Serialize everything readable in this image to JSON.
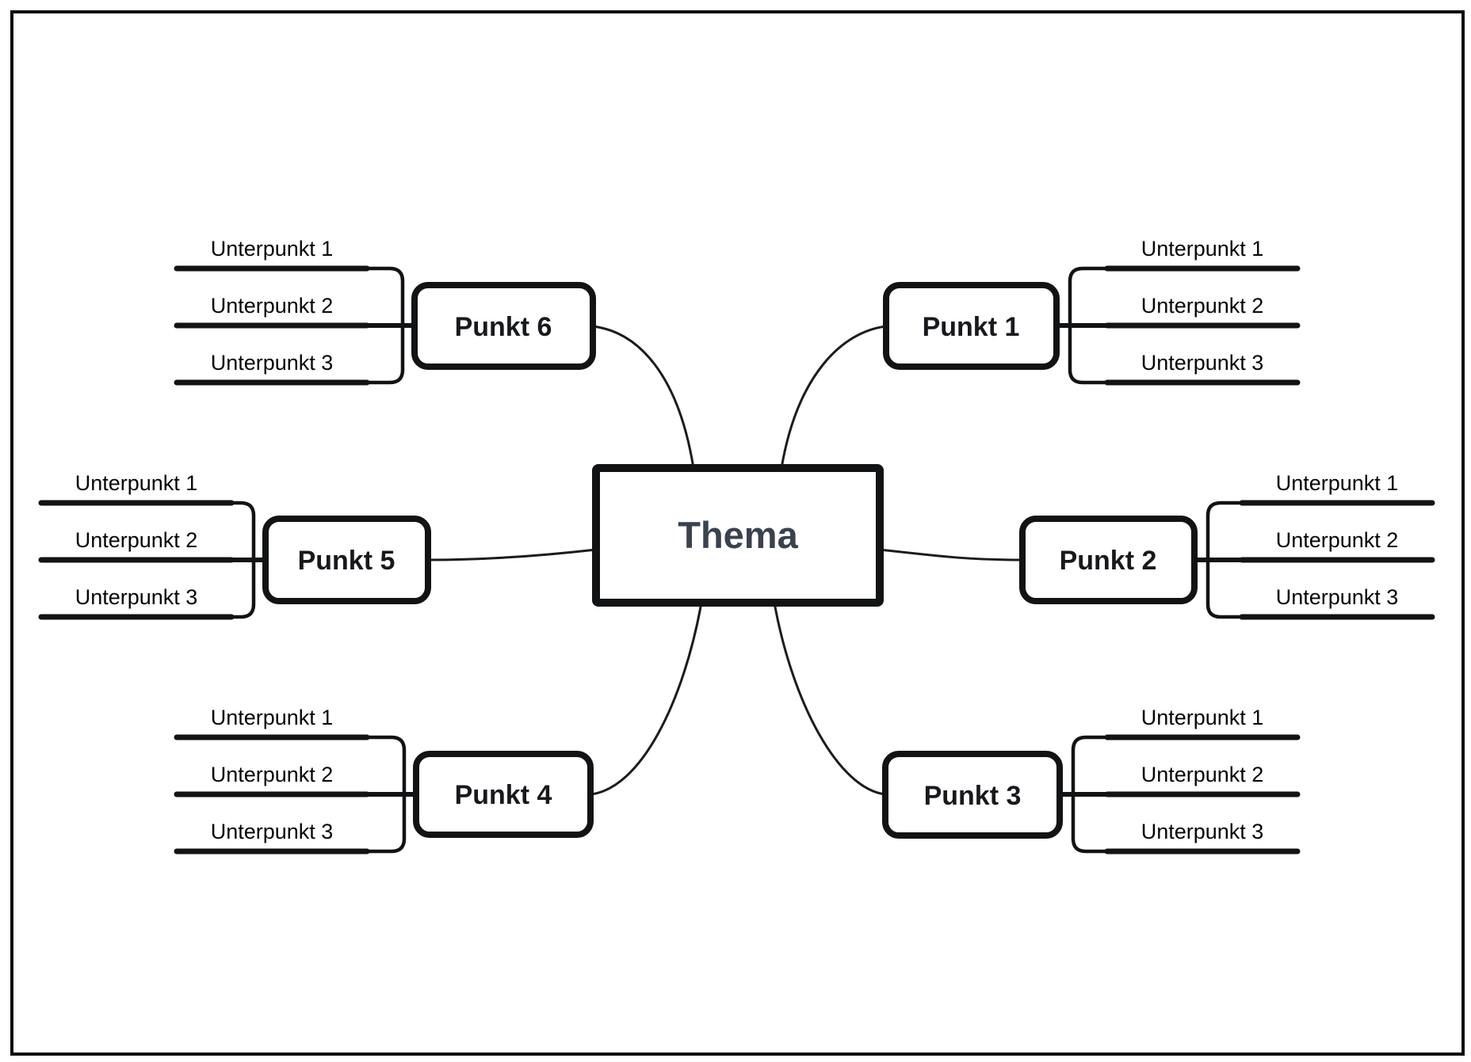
{
  "diagram": {
    "type": "mindmap",
    "central_topic": "Thema",
    "branches": [
      {
        "label": "Punkt 1",
        "subpoints": [
          "Unterpunkt 1",
          "Unterpunkt 2",
          "Unterpunkt 3"
        ]
      },
      {
        "label": "Punkt 2",
        "subpoints": [
          "Unterpunkt 1",
          "Unterpunkt 2",
          "Unterpunkt 3"
        ]
      },
      {
        "label": "Punkt 3",
        "subpoints": [
          "Unterpunkt 1",
          "Unterpunkt 2",
          "Unterpunkt 3"
        ]
      },
      {
        "label": "Punkt 4",
        "subpoints": [
          "Unterpunkt 1",
          "Unterpunkt 2",
          "Unterpunkt 3"
        ]
      },
      {
        "label": "Punkt 5",
        "subpoints": [
          "Unterpunkt 1",
          "Unterpunkt 2",
          "Unterpunkt 3"
        ]
      },
      {
        "label": "Punkt 6",
        "subpoints": [
          "Unterpunkt 1",
          "Unterpunkt 2",
          "Unterpunkt 3"
        ]
      }
    ]
  },
  "colors": {
    "background": "#ffffff",
    "line": "#111315",
    "central_text": "#3a424d",
    "branch_text": "#17191d",
    "subpoint_text": "#050505"
  }
}
